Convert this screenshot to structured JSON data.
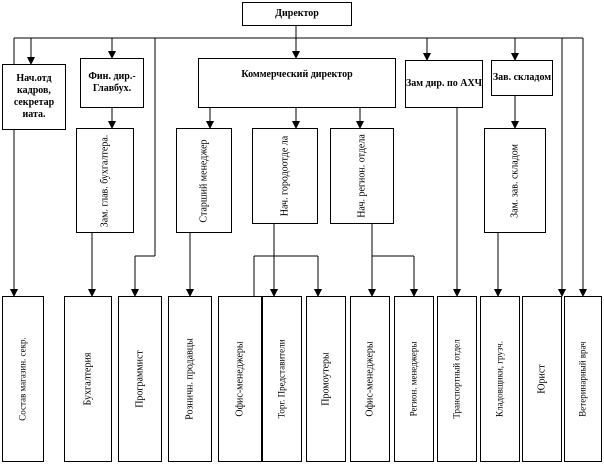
{
  "boxes": {
    "director": "Директор",
    "hr": "Нач.отд кадров, секретар иата.",
    "fin": "Фин. дир.- Главбух.",
    "commercial": "Коммерческий директор",
    "ahch": "Зам дир. по АХЧ",
    "warehouse_head": "Зав. складом",
    "deputy_accountant": "Зам. глав. бухгалтера.",
    "senior_manager": "Старший менеджер",
    "city_head": "Нач. городоотде ла",
    "region_head": "Нач. регион. отдела",
    "deputy_warehouse": "Зам. зав. складом"
  },
  "departments": [
    "Состав магазин. секр.",
    "Бухгалтерия",
    "Программист",
    "Розничн. продавцы",
    "Офис-менеджеры",
    "Торг. Представители",
    "Промоутеры",
    "Офис-менеджеры",
    "Регион. менеджеры",
    "Транспортный отдел",
    "Кладовщики, грузч.",
    "Юрист",
    "Ветеринарный врач"
  ]
}
